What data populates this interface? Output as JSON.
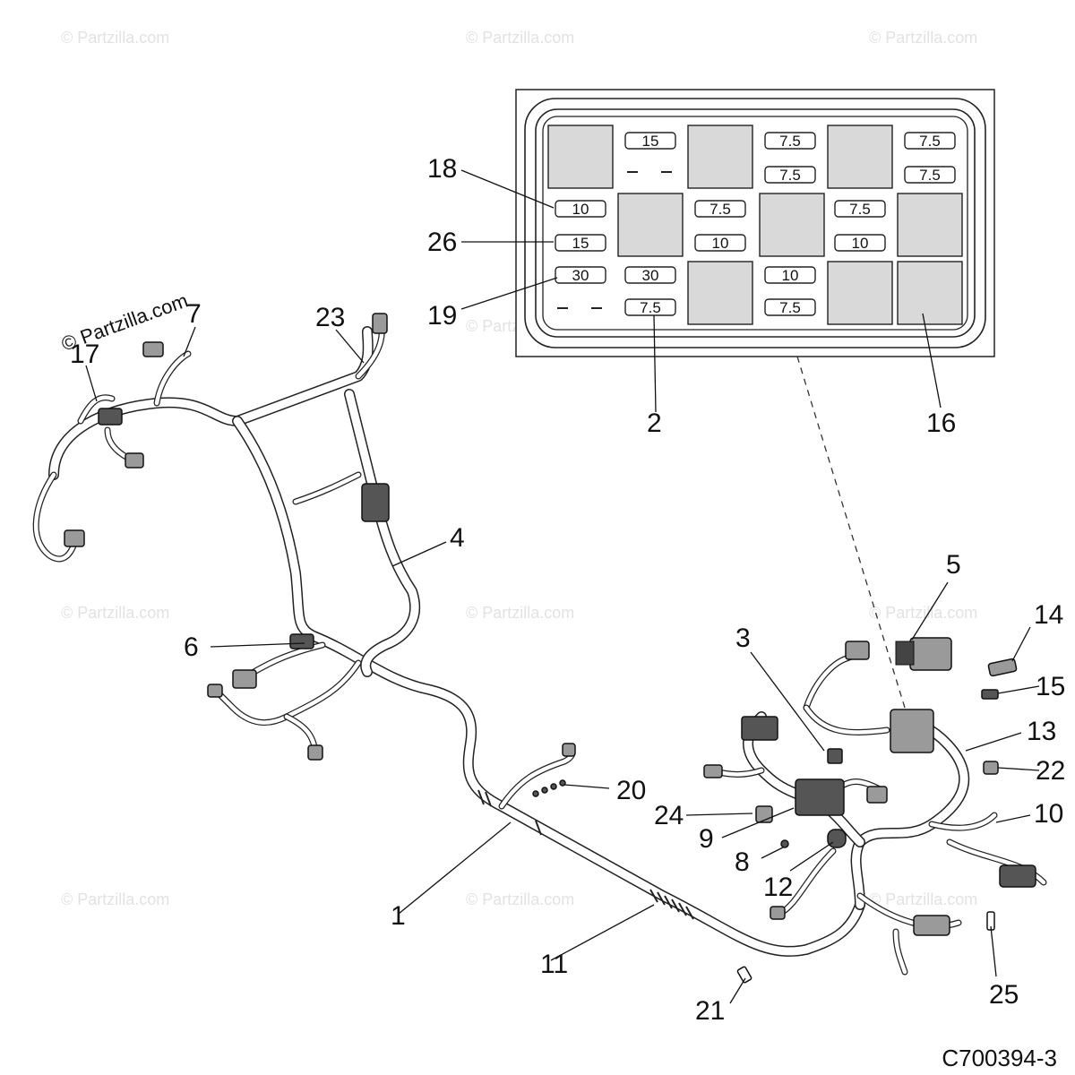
{
  "watermark": "© Partzilla.com",
  "logo_text": "© Partzilla.com",
  "diagram_code": "C700394-3",
  "callouts": {
    "c1": "1",
    "c2": "2",
    "c3": "3",
    "c4": "4",
    "c5": "5",
    "c6": "6",
    "c7": "7",
    "c8": "8",
    "c9": "9",
    "c10": "10",
    "c11": "11",
    "c12": "12",
    "c13": "13",
    "c14": "14",
    "c15": "15",
    "c16": "16",
    "c17": "17",
    "c18": "18",
    "c19": "19",
    "c20": "20",
    "c21": "21",
    "c22": "22",
    "c23": "23",
    "c24": "24",
    "c25": "25",
    "c26": "26"
  },
  "fuses": {
    "f15_top": "15",
    "f75_a": "7.5",
    "f75_b": "7.5",
    "f75_c": "7.5",
    "f75_d": "7.5",
    "f10_18": "10",
    "f75_e": "7.5",
    "f75_f": "7.5",
    "f15_26": "15",
    "f10_b": "10",
    "f10_c": "10",
    "f30_19": "30",
    "f30_b": "30",
    "f10_d": "10",
    "f75_2": "7.5",
    "f75_g": "7.5"
  }
}
